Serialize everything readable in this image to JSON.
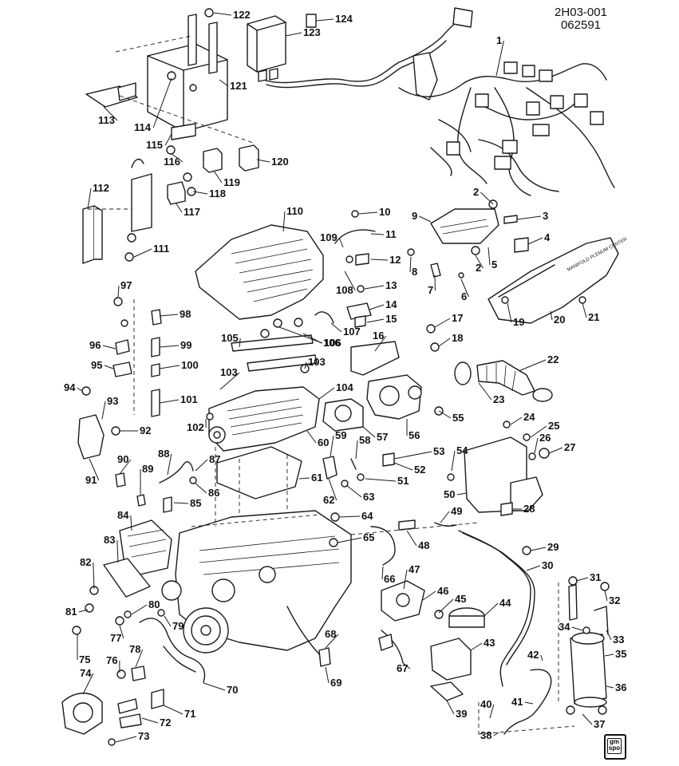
{
  "header": {
    "code_line1": "2H03-001",
    "code_line2": "062591"
  },
  "logo": {
    "top": "gm",
    "bottom": "spo"
  },
  "callouts": [
    "1",
    "2",
    "3",
    "4",
    "5",
    "6",
    "7",
    "8",
    "9",
    "10",
    "11",
    "12",
    "13",
    "14",
    "15",
    "16",
    "17",
    "18",
    "19",
    "20",
    "21",
    "22",
    "23",
    "24",
    "25",
    "26",
    "27",
    "28",
    "29",
    "30",
    "31",
    "32",
    "33",
    "34",
    "35",
    "36",
    "37",
    "38",
    "39",
    "40",
    "41",
    "42",
    "43",
    "44",
    "45",
    "46",
    "47",
    "48",
    "49",
    "50",
    "51",
    "52",
    "53",
    "54",
    "55",
    "56",
    "57",
    "58",
    "59",
    "60",
    "61",
    "62",
    "63",
    "64",
    "65",
    "66",
    "67",
    "68",
    "69",
    "70",
    "71",
    "72",
    "73",
    "74",
    "75",
    "76",
    "77",
    "78",
    "79",
    "80",
    "81",
    "82",
    "83",
    "84",
    "85",
    "86",
    "87",
    "88",
    "89",
    "90",
    "91",
    "92",
    "93",
    "94",
    "95",
    "96",
    "97",
    "98",
    "99",
    "100",
    "101",
    "102",
    "103",
    "104",
    "105",
    "106",
    "107",
    "108",
    "109",
    "110",
    "111",
    "112",
    "113",
    "114",
    "115",
    "116",
    "117",
    "118",
    "119",
    "120",
    "121",
    "122",
    "123",
    "124"
  ],
  "duplicate_callouts": [
    "2",
    "103",
    "106"
  ],
  "manifold_cover_text": "MANIFOLD PLENUM CENTER"
}
